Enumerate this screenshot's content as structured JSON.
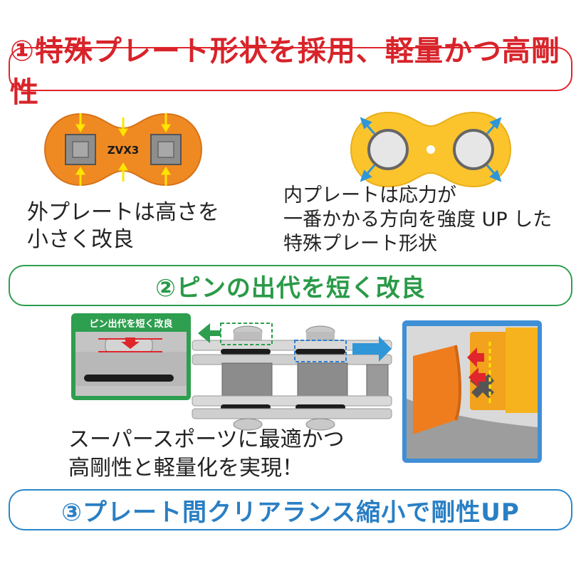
{
  "banner1": {
    "title": "①特殊プレート形状を採用、軽量かつ高剛性",
    "color": "#e0262b"
  },
  "outer_plate": {
    "label": "ZVX3",
    "caption": [
      "外プレートは高さを",
      "小さく改良"
    ],
    "color": "#ef8a22"
  },
  "inner_plate": {
    "caption": [
      "内プレートは応力が",
      "一番かかる方向を強度 UP した",
      "特殊プレート形状"
    ],
    "color": "#fbc42c"
  },
  "banner2": {
    "title": "②ピンの出代を短く改良",
    "color": "#2e9e4f"
  },
  "pin_diagram": {
    "inset_label": "ピン出代を短く改良",
    "caption": [
      "スーパースポーツに最適かつ",
      "高剛性と軽量化を実現！"
    ]
  },
  "banner3": {
    "title": "③プレート間クリアランス縮小で剛性UP",
    "color": "#2b86c9"
  }
}
